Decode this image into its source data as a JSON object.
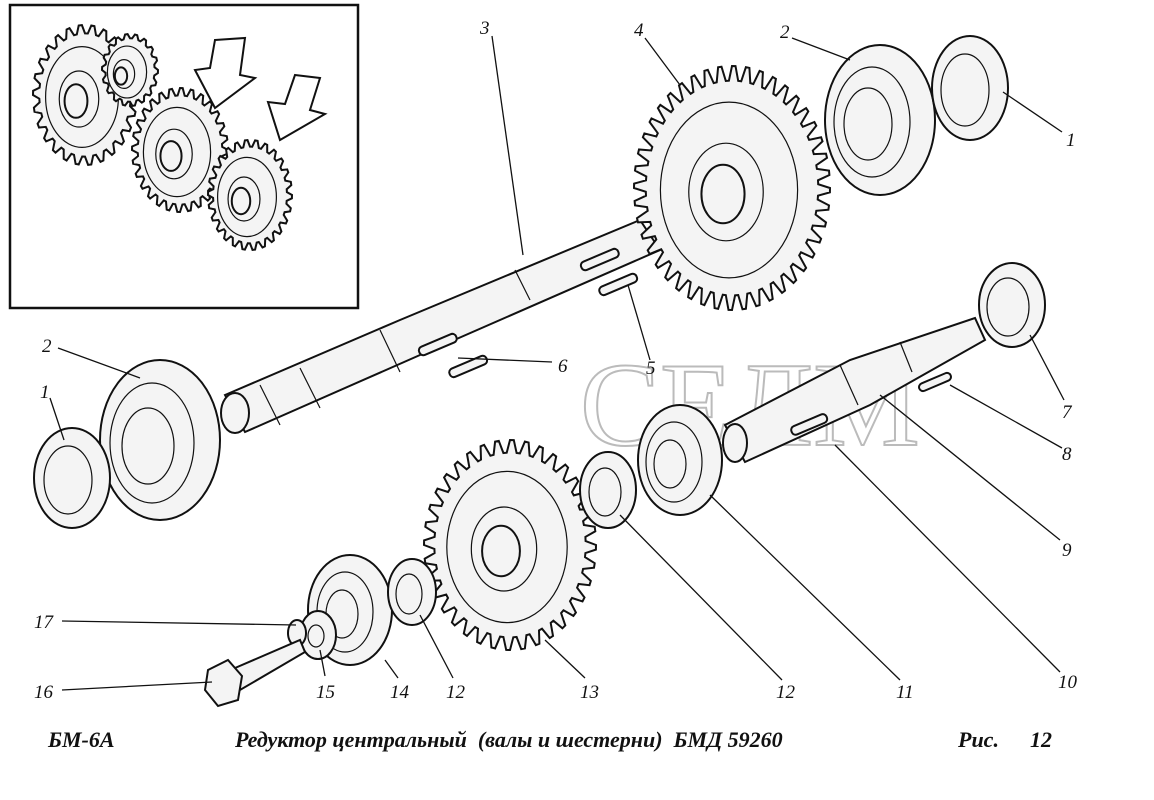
{
  "drawing": {
    "watermark": "СЕЛМ",
    "callouts": {
      "shaft_top": "3",
      "gear_top": "4",
      "bearing_top_right": "2",
      "ring_top_right": "1",
      "bearing_left": "2",
      "ring_left": "1",
      "key_6": "6",
      "key_5": "5",
      "seal_7": "7",
      "key_8": "8",
      "shaft_9": "9",
      "key_10": "10",
      "bearing_11": "11",
      "ring_12_right": "12",
      "gear_13": "13",
      "ring_12_left": "12",
      "bearing_14": "14",
      "washer_15": "15",
      "bolt_16": "16",
      "spring_washer_17": "17"
    }
  },
  "caption": {
    "model": "БМ-6А",
    "title": "Редуктор центральный  (валы и шестерни)  БМД 59260",
    "figure_label": "Рис.",
    "figure_number": "12"
  }
}
